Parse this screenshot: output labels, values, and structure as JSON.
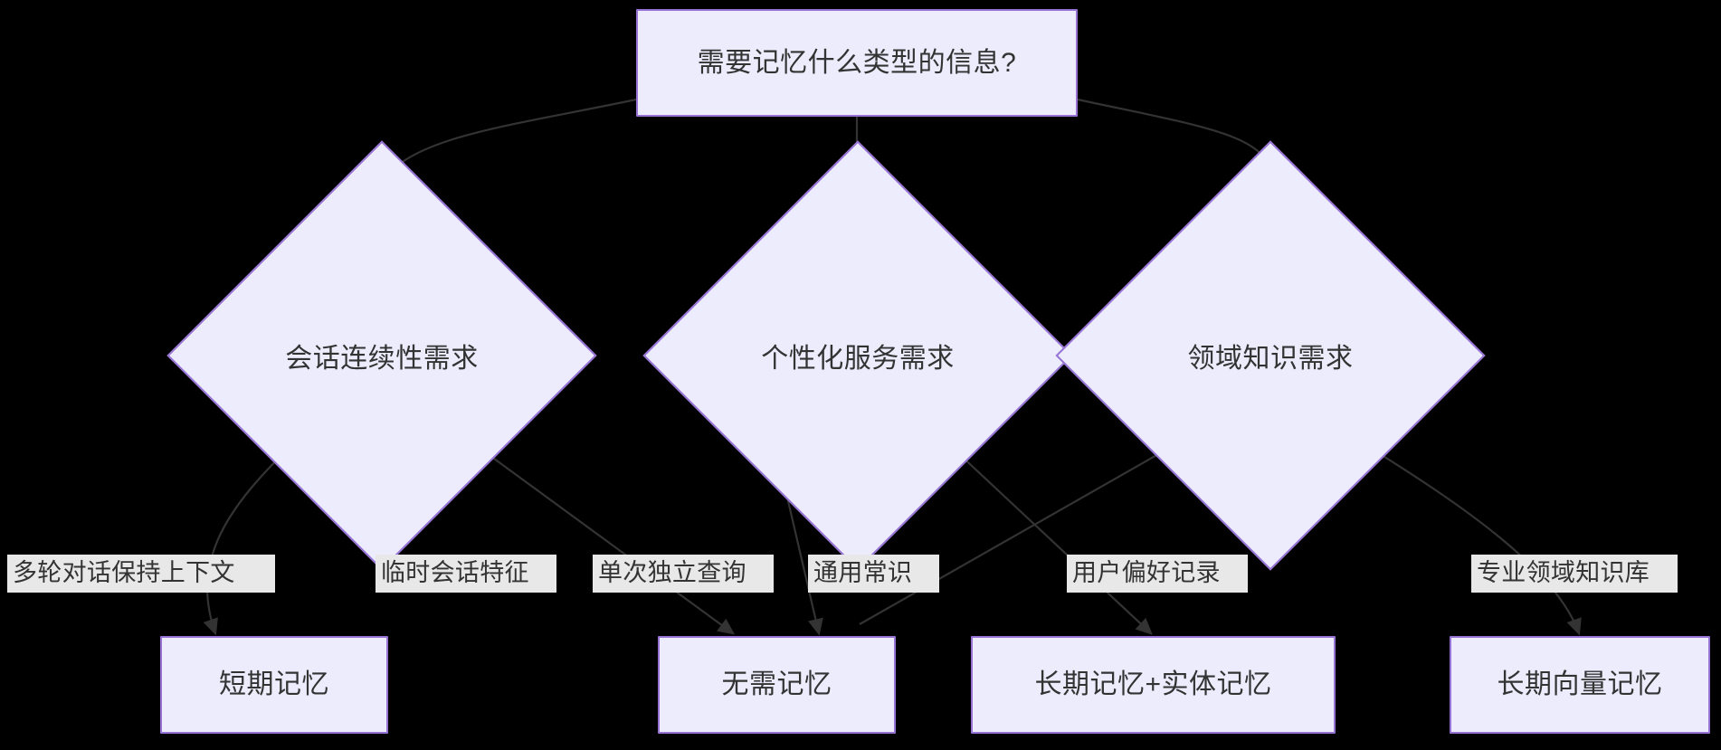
{
  "diagram": {
    "title": "需要记忆什么类型的信息?",
    "type": "flowchart",
    "direction": "top-down",
    "theme": {
      "background": "#000000",
      "node_fill": "#ececfd",
      "node_border": "#9572d3",
      "node_text": "#333333",
      "edge_stroke": "#333333",
      "edge_label_fill": "#e8e8e8"
    },
    "root": {
      "id": "root",
      "label": "需要记忆什么类型的信息?",
      "shape": "rect"
    },
    "decisions": [
      {
        "id": "d1",
        "label": "会话连续性需求",
        "shape": "diamond"
      },
      {
        "id": "d2",
        "label": "个性化服务需求",
        "shape": "diamond"
      },
      {
        "id": "d3",
        "label": "领域知识需求",
        "shape": "diamond"
      }
    ],
    "outcomes": [
      {
        "id": "o1",
        "label": "短期记忆",
        "shape": "rect"
      },
      {
        "id": "o2",
        "label": "无需记忆",
        "shape": "rect"
      },
      {
        "id": "o3",
        "label": "长期记忆+实体记忆",
        "shape": "rect"
      },
      {
        "id": "o4",
        "label": "长期向量记忆",
        "shape": "rect"
      }
    ],
    "edge_labels": [
      {
        "id": "e1",
        "text": "多轮对话保持上下文",
        "from": "d1",
        "to": "o1"
      },
      {
        "id": "e2",
        "text": "临时会话特征",
        "from": "d1",
        "to": "o2"
      },
      {
        "id": "e3",
        "text": "单次独立查询",
        "from": "d2",
        "to": "o2"
      },
      {
        "id": "e4",
        "text": "通用常识",
        "from": "d3",
        "to": "o2"
      },
      {
        "id": "e5",
        "text": "用户偏好记录",
        "from": "d2",
        "to": "o3"
      },
      {
        "id": "e6",
        "text": "专业领域知识库",
        "from": "d3",
        "to": "o4"
      }
    ]
  }
}
